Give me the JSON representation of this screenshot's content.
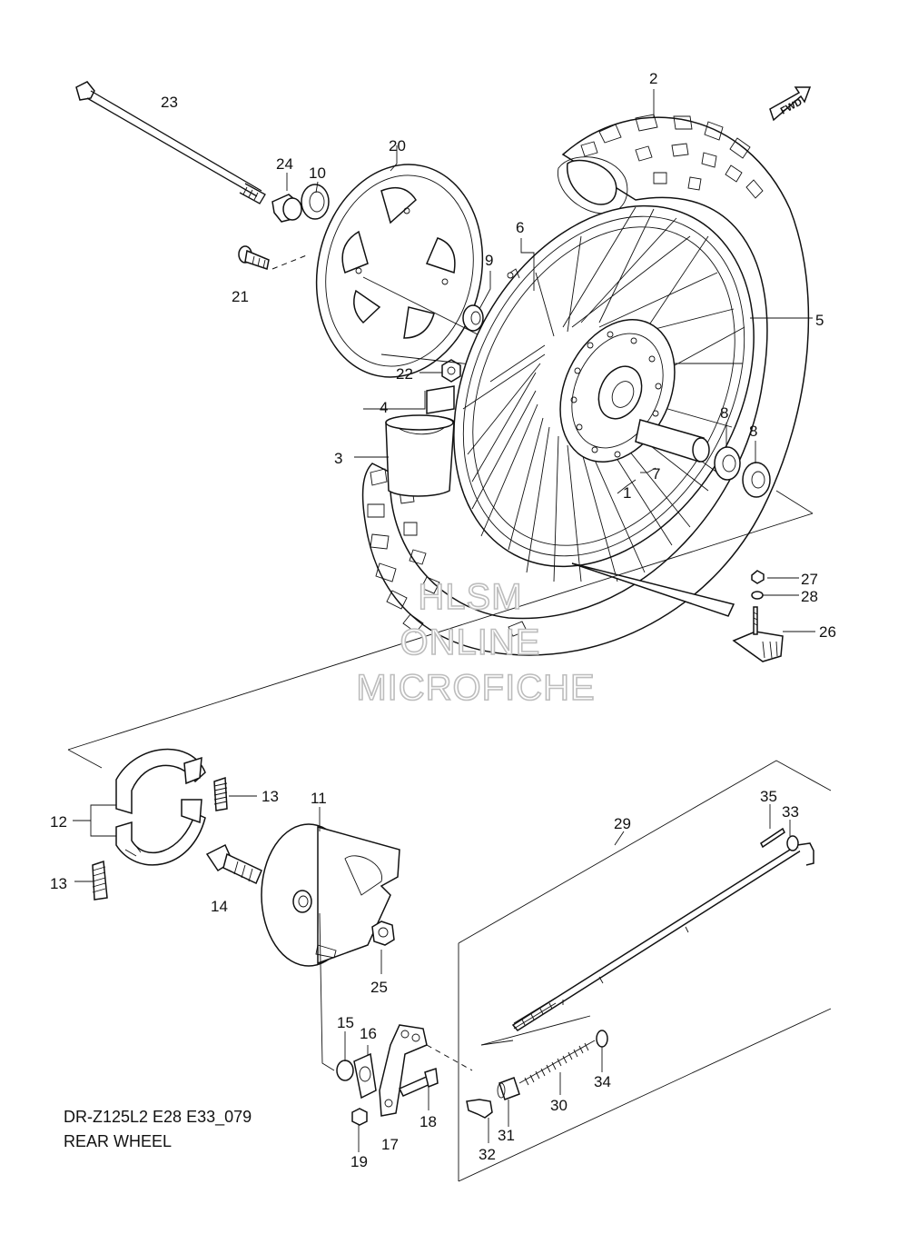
{
  "diagram": {
    "fwd_label": "FWD",
    "part_numbers": {
      "p1": "1",
      "p2": "2",
      "p3": "3",
      "p4": "4",
      "p5": "5",
      "p6": "6",
      "p7": "7",
      "p8a": "8",
      "p8b": "8",
      "p9": "9",
      "p10": "10",
      "p11": "11",
      "p12": "12",
      "p13a": "13",
      "p13b": "13",
      "p14": "14",
      "p15": "15",
      "p16": "16",
      "p17": "17",
      "p18": "18",
      "p19": "19",
      "p20": "20",
      "p21": "21",
      "p22": "22",
      "p23": "23",
      "p24": "24",
      "p25": "25",
      "p26": "26",
      "p27": "27",
      "p28": "28",
      "p29": "29",
      "p30": "30",
      "p31": "31",
      "p32": "32",
      "p33": "33",
      "p34": "34",
      "p35": "35"
    },
    "watermark": {
      "line1": "HLSM",
      "line2": "ONLINE",
      "line3": "MICROFICHE"
    },
    "footer": {
      "code": "DR-Z125L2 E28 E33_079",
      "title": "REAR WHEEL"
    }
  }
}
